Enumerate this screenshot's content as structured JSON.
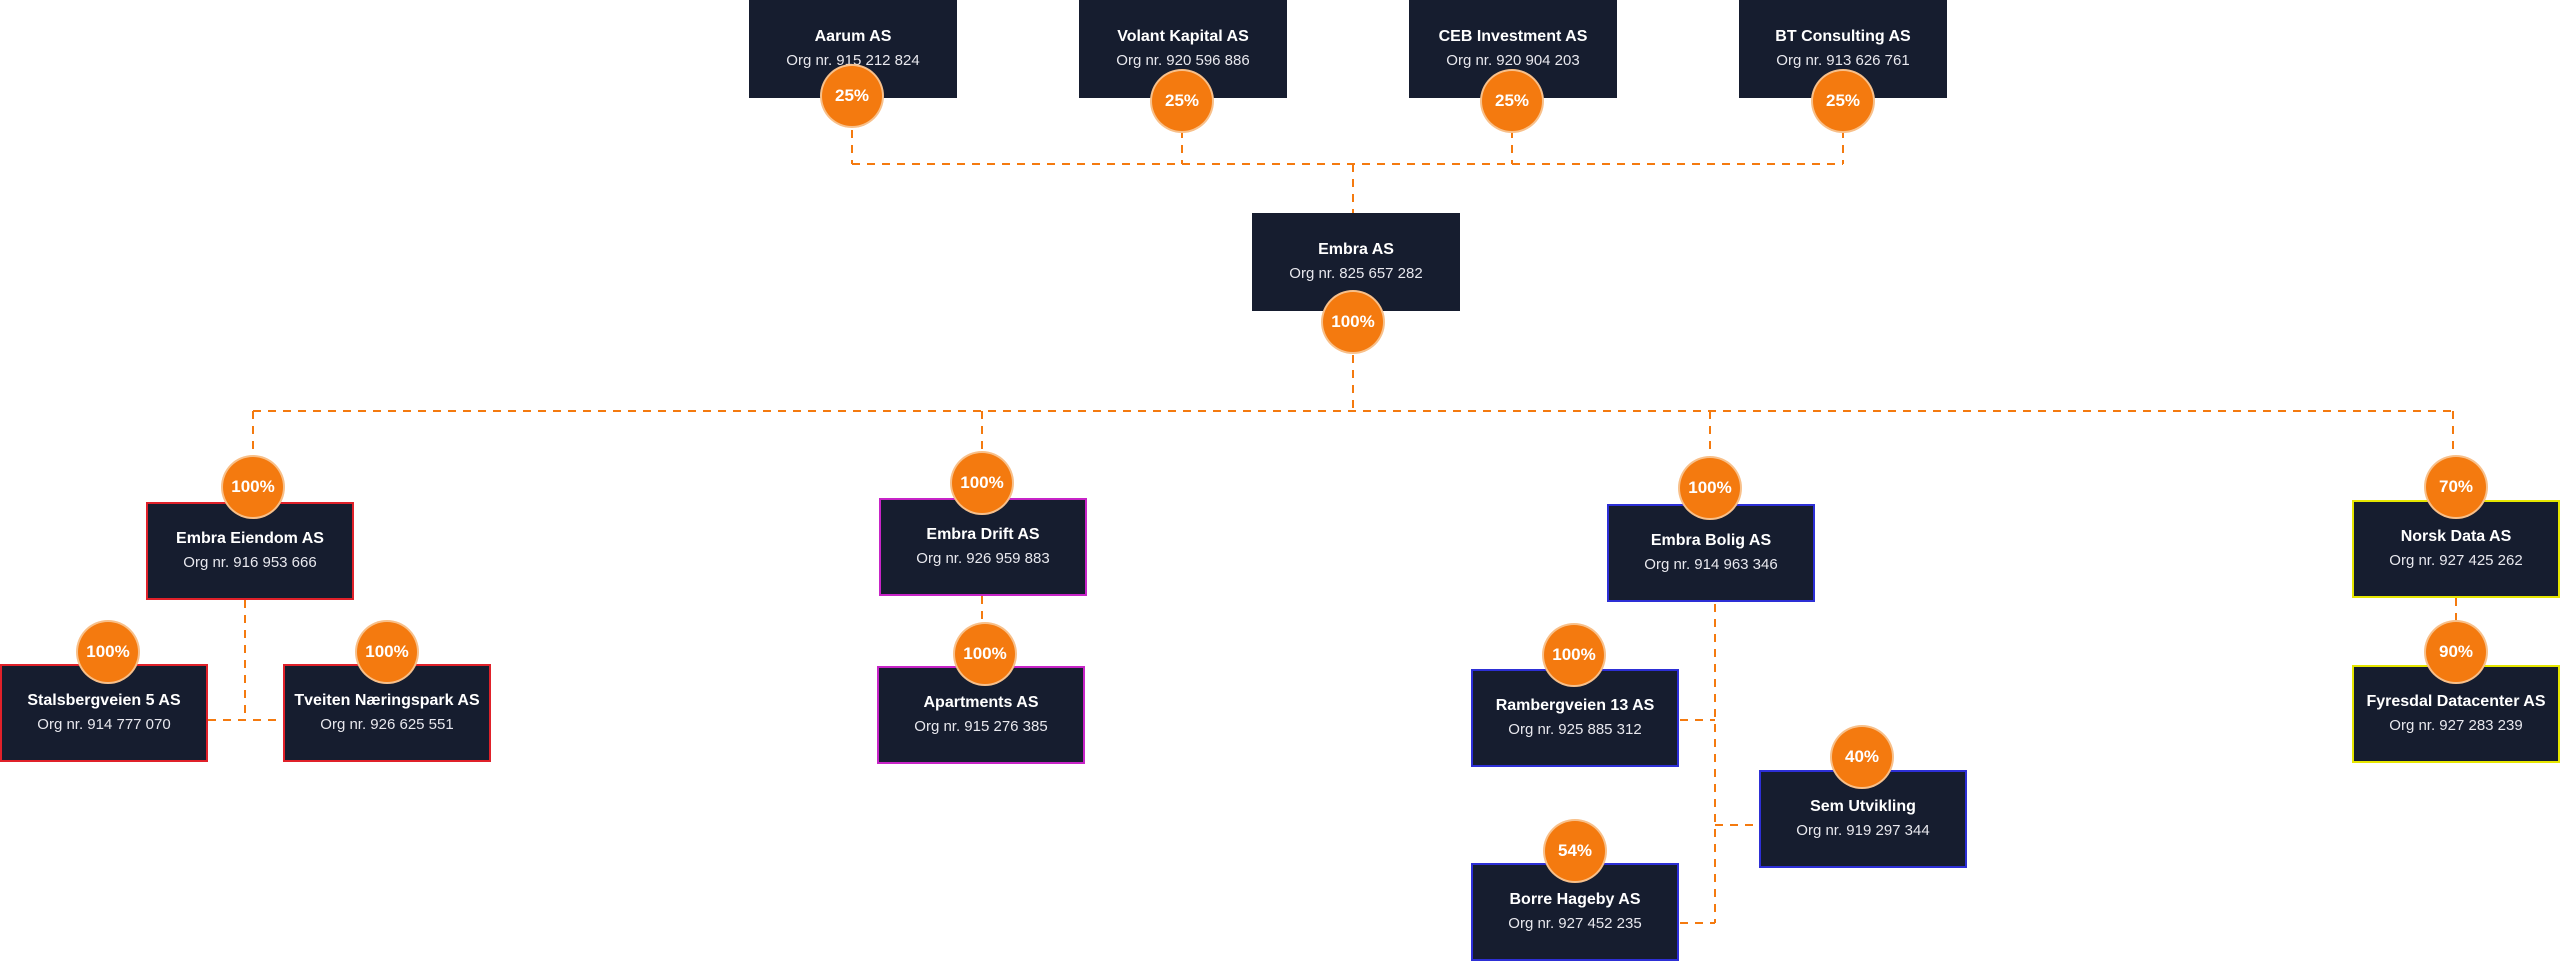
{
  "nodes": {
    "aarum": {
      "name": "Aarum AS",
      "org": "Org nr. 915 212 824"
    },
    "volant": {
      "name": "Volant Kapital AS",
      "org": "Org nr. 920 596 886"
    },
    "ceb": {
      "name": "CEB Investment AS",
      "org": "Org nr. 920 904 203"
    },
    "bt": {
      "name": "BT Consulting AS",
      "org": "Org nr. 913 626 761"
    },
    "embra": {
      "name": "Embra AS",
      "org": "Org nr. 825 657 282"
    },
    "eiendom": {
      "name": "Embra Eiendom AS",
      "org": "Org nr. 916 953 666"
    },
    "drift": {
      "name": "Embra Drift AS",
      "org": "Org nr. 926 959 883"
    },
    "bolig": {
      "name": "Embra Bolig AS",
      "org": "Org nr. 914 963 346"
    },
    "norsk": {
      "name": "Norsk Data AS",
      "org": "Org nr. 927 425 262"
    },
    "stalsberg": {
      "name": "Stalsbergveien 5 AS",
      "org": "Org nr. 914 777 070"
    },
    "tveiten": {
      "name": "Tveiten Næringspark AS",
      "org": "Org nr. 926 625 551"
    },
    "apartments": {
      "name": "Apartments AS",
      "org": "Org nr. 915 276 385"
    },
    "rambergveien": {
      "name": "Rambergveien 13 AS",
      "org": "Org nr. 925 885 312"
    },
    "sem": {
      "name": "Sem Utvikling",
      "org": "Org nr. 919 297 344"
    },
    "borre": {
      "name": "Borre Hageby AS",
      "org": "Org nr. 927 452 235"
    },
    "fyresdal": {
      "name": "Fyresdal Datacenter AS",
      "org": "Org nr. 927 283 239"
    }
  },
  "ownership": {
    "aarum": "25%",
    "volant": "25%",
    "ceb": "25%",
    "bt": "25%",
    "embra": "100%",
    "eiendom": "100%",
    "drift": "100%",
    "bolig": "100%",
    "norsk": "70%",
    "stalsberg": "100%",
    "tveiten": "100%",
    "apartments": "100%",
    "rambergveien": "100%",
    "sem": "40%",
    "borre": "54%",
    "fyresdal": "90%"
  },
  "colors": {
    "box": "#161d2f",
    "badge": "#f47a0f",
    "connector": "#f47a0f",
    "eiendom_group": "#e0212a",
    "drift_group": "#c724c7",
    "bolig_group": "#2d2fd6",
    "norsk_group": "#e6e600"
  }
}
